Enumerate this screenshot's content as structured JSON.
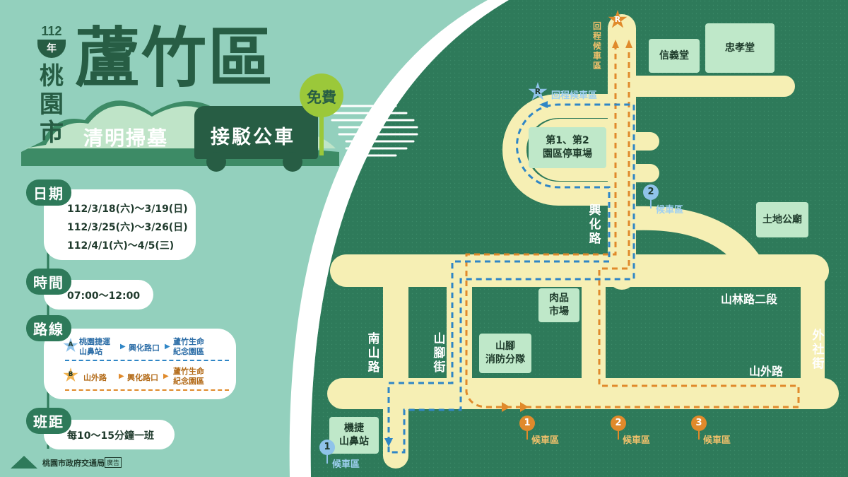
{
  "colors": {
    "map_bg": "#2e7a5a",
    "panel_bg": "#93d0bd",
    "road": "#f6efb4",
    "route_a": "#2f86c6",
    "route_b": "#e08a2b",
    "poi": "#bfe8c9",
    "title_dark": "#275d44"
  },
  "header": {
    "year": "112",
    "year_suffix": "年",
    "city": "桃園市",
    "district": "蘆竹區",
    "subtitle": "清明掃墓",
    "bus_label": "接駁公車",
    "free_tag": "免費"
  },
  "info": {
    "dates_label": "日期",
    "dates": [
      "112/3/18(六)～3/19(日)",
      "112/3/25(六)～3/26(日)",
      "112/4/1(六)～4/5(三)"
    ],
    "time_label": "時間",
    "time": "07:00～12:00",
    "route_label": "路線",
    "route_a": {
      "badge": "A",
      "from": "桃園捷運\n山鼻站",
      "via": "興化路口",
      "to": "蘆竹生命\n紀念園區"
    },
    "route_b": {
      "badge": "B",
      "from": "山外路",
      "via": "興化路口",
      "to": "蘆竹生命\n紀念園區"
    },
    "headway_label": "班距",
    "headway": "每10～15分鐘一班"
  },
  "footer": {
    "org": "桃園市政府交通局",
    "ad": "廣告"
  },
  "map": {
    "roads": {
      "xinghua": "興化路",
      "nanshan": "南山路",
      "shanjiao_st": "山腳街",
      "shanlin": "山林路二段",
      "shanwai": "山外路",
      "waishe": "外社街"
    },
    "poi": {
      "parking": "第1、第2\n園區停車場",
      "xinyi": "信義堂",
      "zhongxiao": "忠孝堂",
      "tudigong": "土地公廟",
      "meat_market": "肉品\n市場",
      "fire_station": "山腳\n消防分隊",
      "mrt": "機捷\n山鼻站"
    },
    "stops": {
      "return_r_orange": {
        "badge": "R",
        "label": "回程候車區"
      },
      "return_r_blue": {
        "badge": "R",
        "label": "回程候車區"
      },
      "blue_1": {
        "badge": "1",
        "label": "候車區"
      },
      "blue_2": {
        "badge": "2",
        "label": "候車區"
      },
      "orange_1": {
        "badge": "1",
        "label": "候車區"
      },
      "orange_2": {
        "badge": "2",
        "label": "候車區"
      },
      "orange_3": {
        "badge": "3",
        "label": "候車區"
      }
    }
  }
}
